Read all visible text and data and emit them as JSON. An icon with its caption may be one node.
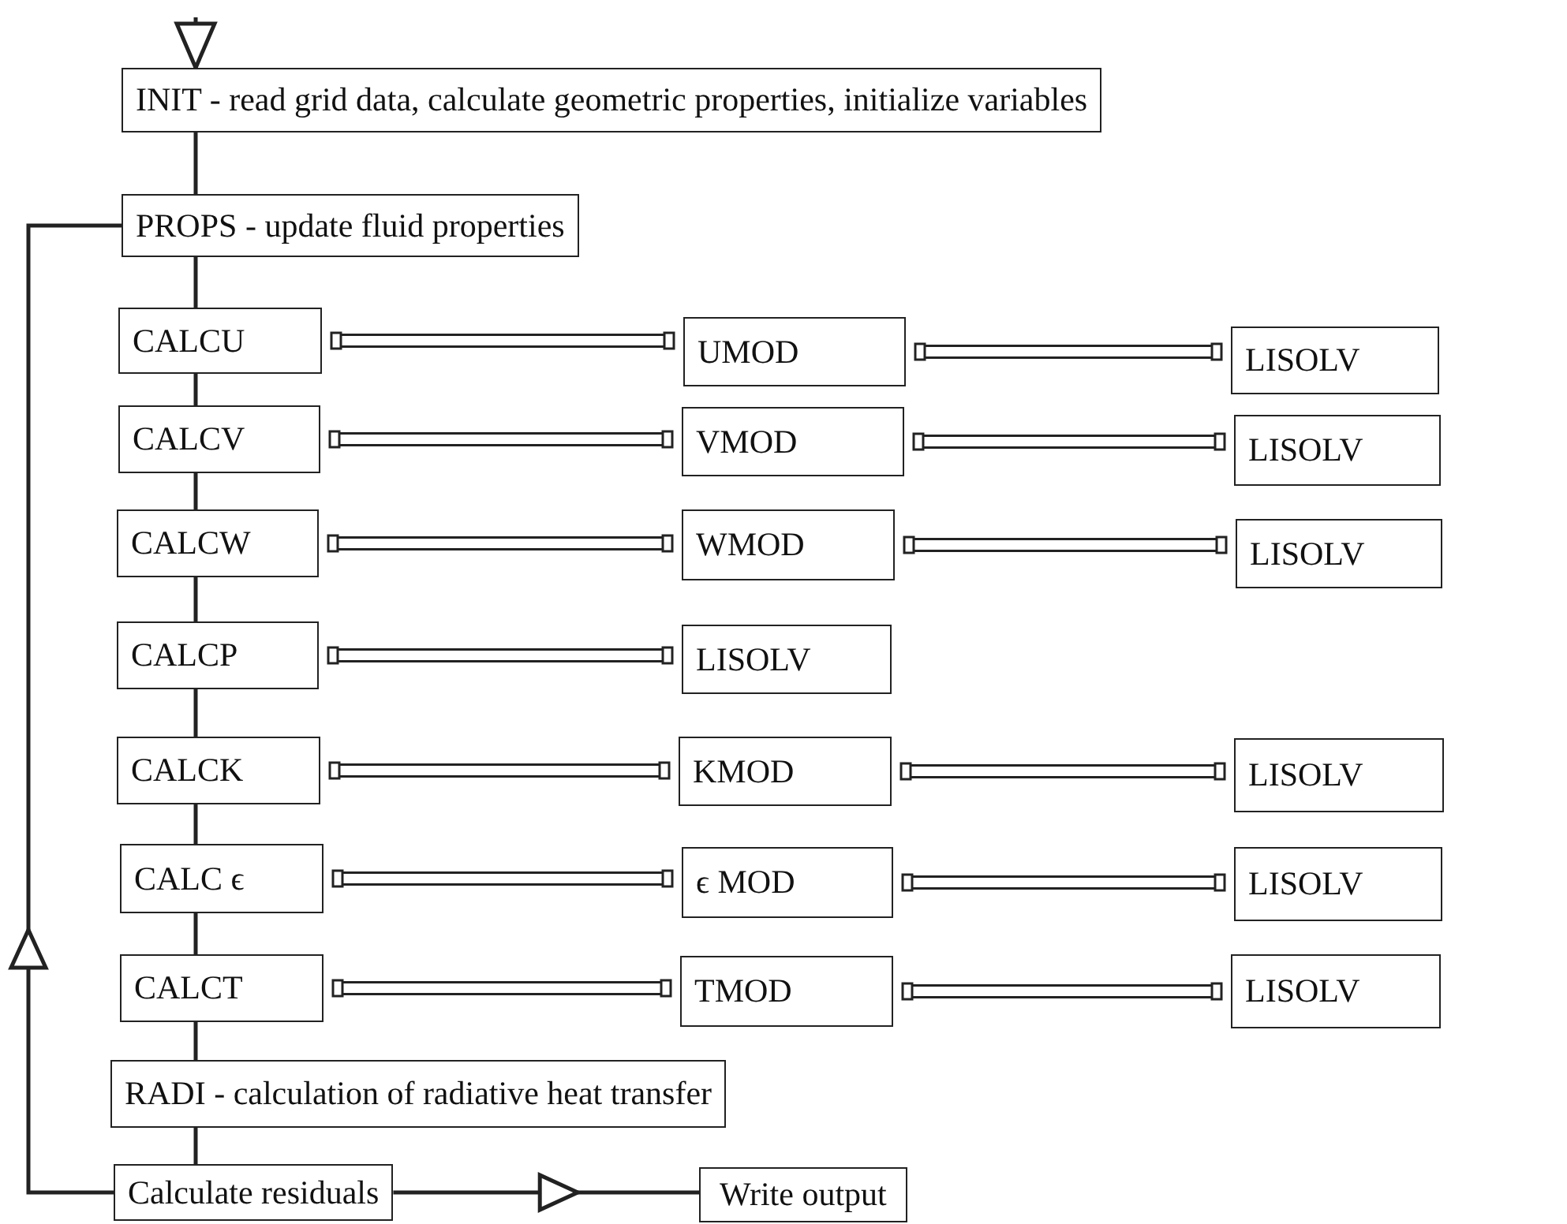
{
  "diagram": {
    "nodes": [
      {
        "text": [
          "INIT - read grid data, calculate geometric properties, initialize variables"
        ]
      },
      {
        "text": [
          "PROPS - update fluid properties"
        ]
      },
      {
        "text": [
          "CALCU"
        ]
      },
      {
        "text": [
          "UMOD"
        ]
      },
      {
        "text": [
          "LISOLV"
        ]
      },
      {
        "text": [
          "CALCV"
        ]
      },
      {
        "text": [
          "VMOD"
        ]
      },
      {
        "text": [
          "LISOLV"
        ]
      },
      {
        "text": [
          "CALCW"
        ]
      },
      {
        "text": [
          "WMOD"
        ]
      },
      {
        "text": [
          "LISOLV"
        ]
      },
      {
        "text": [
          "CALCP"
        ]
      },
      {
        "text": [
          "LISOLV"
        ]
      },
      {
        "text": [
          "CALCK"
        ]
      },
      {
        "text": [
          "KMOD"
        ]
      },
      {
        "text": [
          "LISOLV"
        ]
      },
      {
        "text": [
          "CALC ϵ"
        ]
      },
      {
        "text": [
          "ϵ MOD"
        ]
      },
      {
        "text": [
          "LISOLV"
        ]
      },
      {
        "text": [
          "CALCT"
        ]
      },
      {
        "text": [
          "TMOD"
        ]
      },
      {
        "text": [
          "LISOLV"
        ]
      },
      {
        "text": [
          "RADI - calculation of radiative heat transfer"
        ]
      },
      {
        "text": [
          "Calculate residuals"
        ]
      },
      {
        "text": [
          "Write output"
        ]
      }
    ],
    "edges": [
      {
        "from": null,
        "to": 0,
        "arrow": "to"
      },
      {
        "from": 0,
        "to": 1,
        "arrow": "none"
      },
      {
        "from": 1,
        "to": 2,
        "arrow": "none"
      },
      {
        "from": 2,
        "to": 5,
        "arrow": "none"
      },
      {
        "from": 5,
        "to": 8,
        "arrow": "none"
      },
      {
        "from": 8,
        "to": 11,
        "arrow": "none"
      },
      {
        "from": 11,
        "to": 13,
        "arrow": "none"
      },
      {
        "from": 13,
        "to": 16,
        "arrow": "none"
      },
      {
        "from": 16,
        "to": 19,
        "arrow": "none"
      },
      {
        "from": 19,
        "to": 22,
        "arrow": "none"
      },
      {
        "from": 22,
        "to": 23,
        "arrow": "none"
      },
      {
        "from": 23,
        "to": 1,
        "arrow": "to"
      },
      {
        "from": 23,
        "to": 24,
        "arrow": "to"
      },
      {
        "from": 2,
        "to": 3,
        "arrow": "other"
      },
      {
        "from": 3,
        "to": 4,
        "arrow": "other"
      },
      {
        "from": 5,
        "to": 6,
        "arrow": "other"
      },
      {
        "from": 6,
        "to": 7,
        "arrow": "other"
      },
      {
        "from": 8,
        "to": 9,
        "arrow": "other"
      },
      {
        "from": 9,
        "to": 10,
        "arrow": "other"
      },
      {
        "from": 11,
        "to": 12,
        "arrow": "other"
      },
      {
        "from": 13,
        "to": 14,
        "arrow": "other"
      },
      {
        "from": 14,
        "to": 15,
        "arrow": "other"
      },
      {
        "from": 16,
        "to": 17,
        "arrow": "other"
      },
      {
        "from": 17,
        "to": 18,
        "arrow": "other"
      },
      {
        "from": 19,
        "to": 20,
        "arrow": "other"
      },
      {
        "from": 20,
        "to": 21,
        "arrow": "other"
      }
    ]
  }
}
